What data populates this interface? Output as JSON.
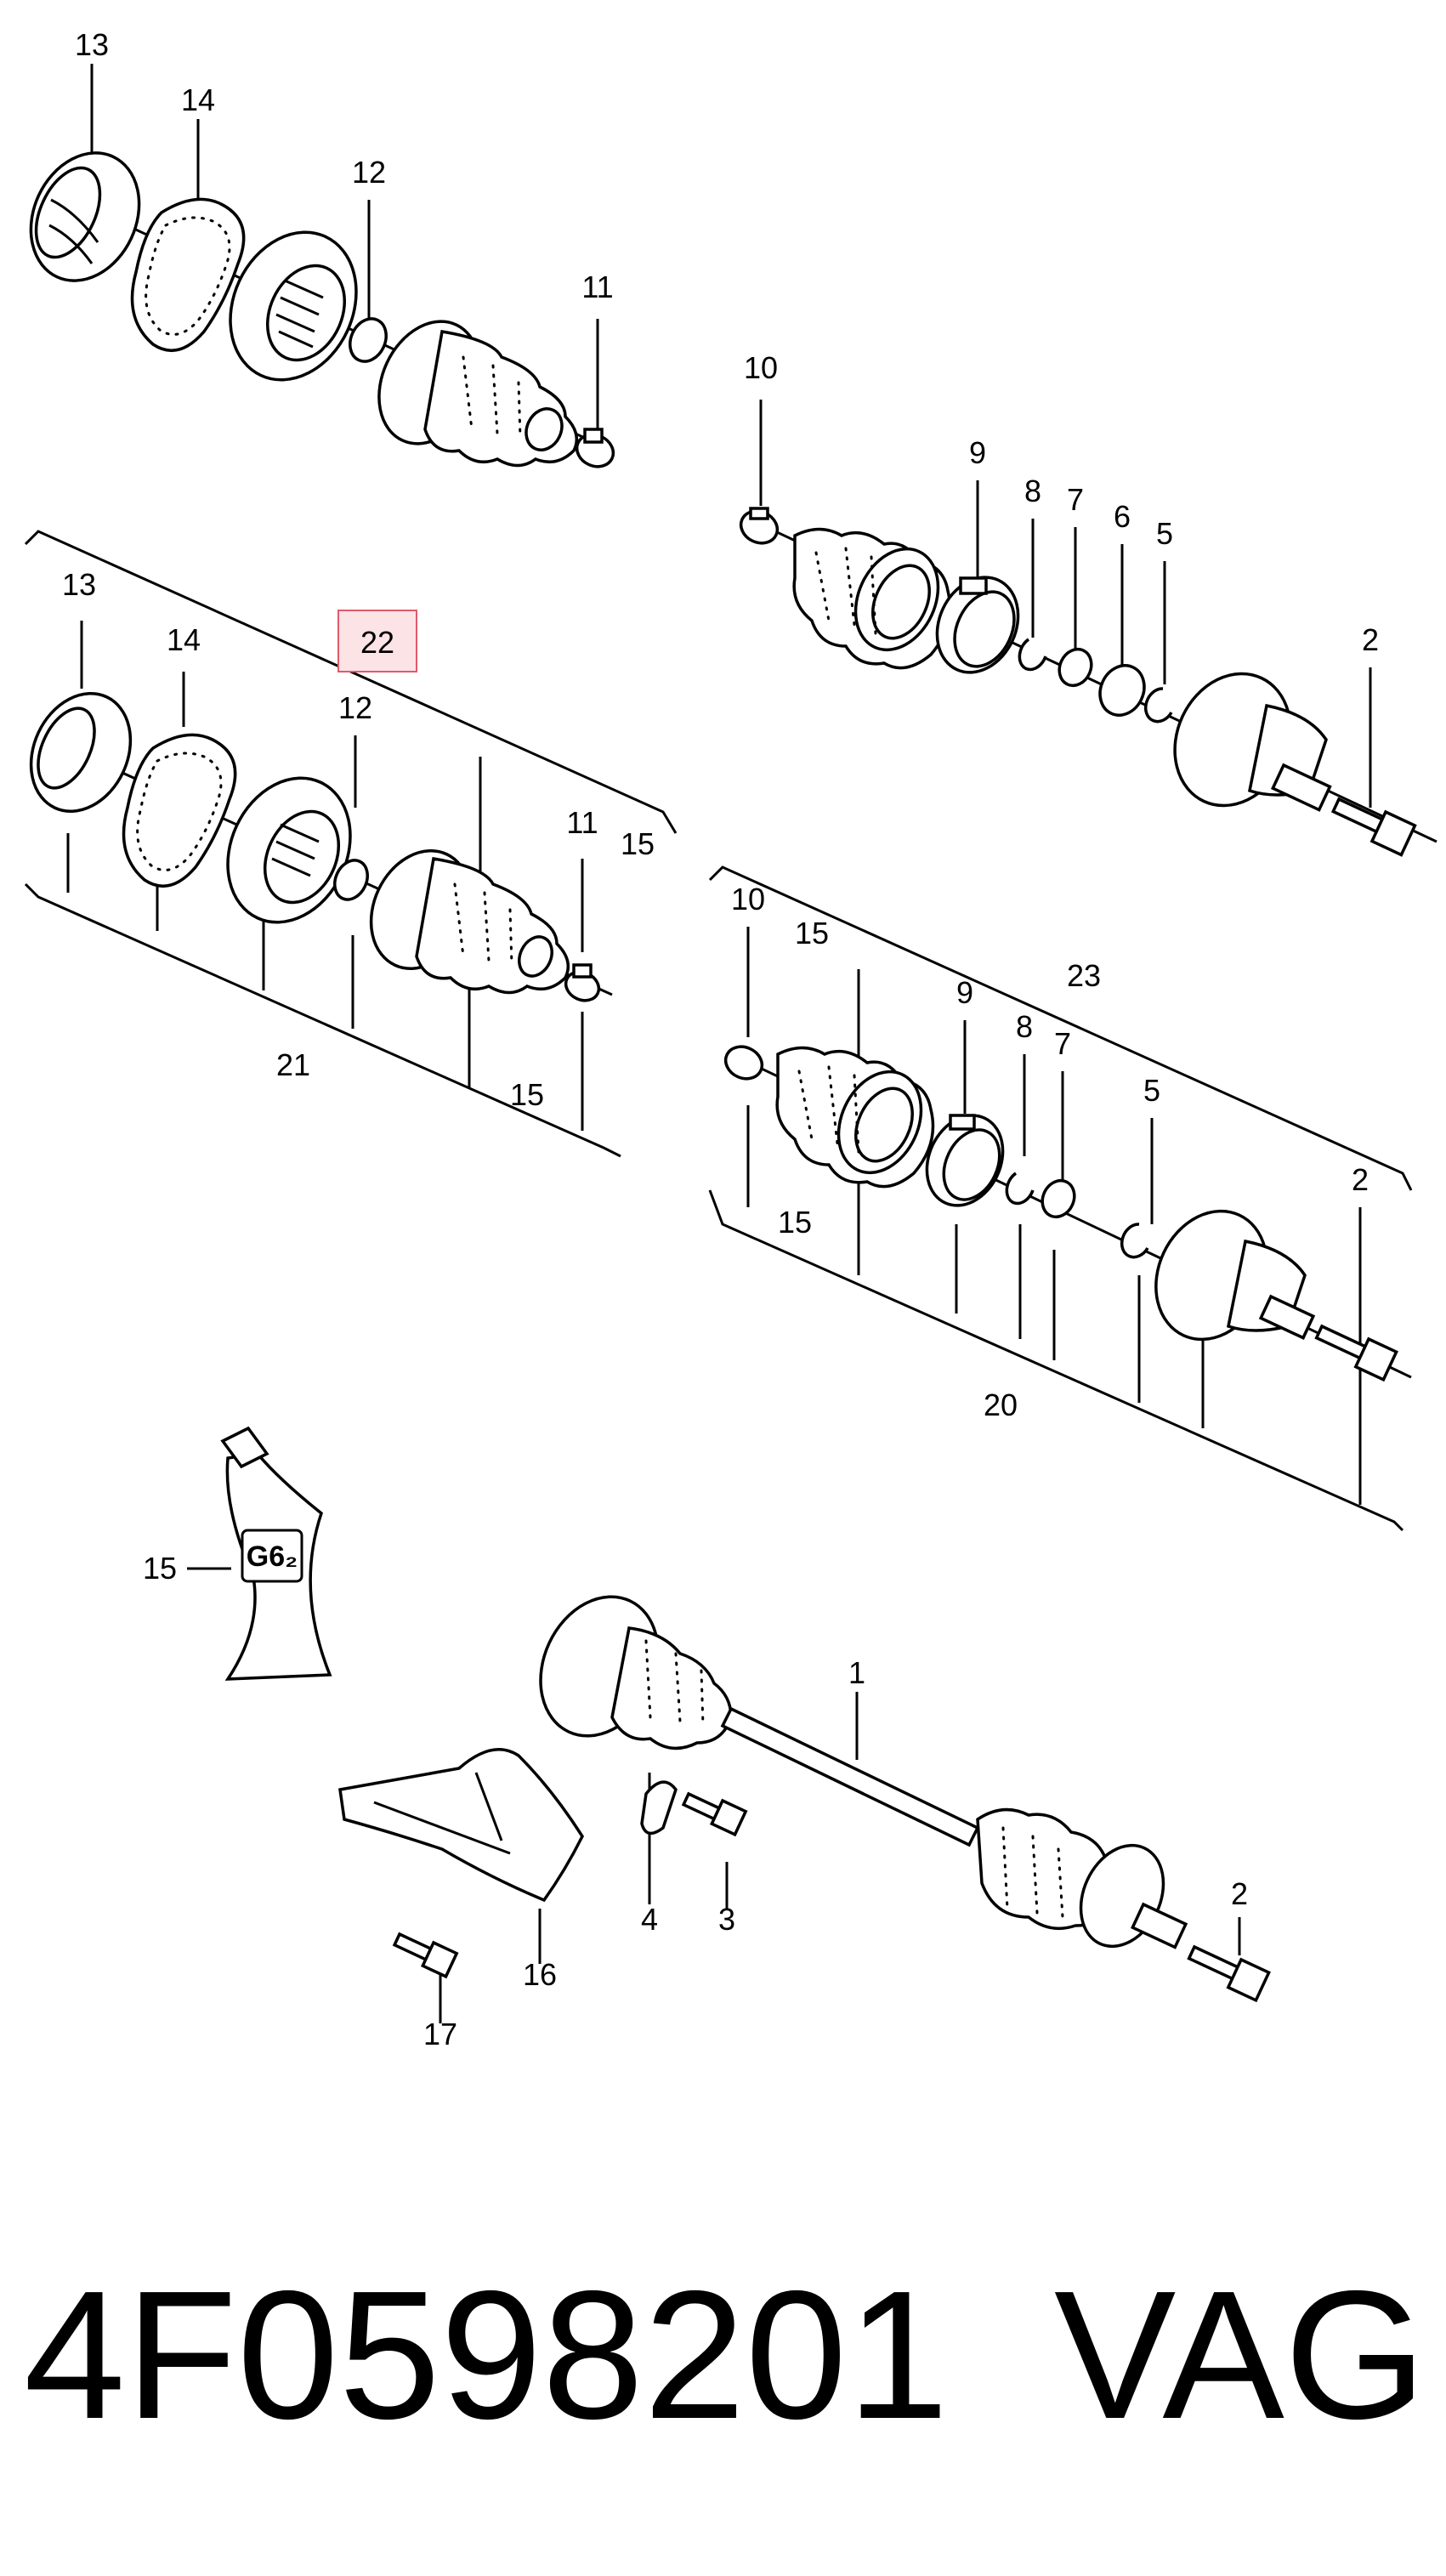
{
  "diagram": {
    "labels": [
      {
        "key": "t13",
        "text": "13"
      },
      {
        "key": "t14",
        "text": "14"
      },
      {
        "key": "t12",
        "text": "12"
      },
      {
        "key": "t11",
        "text": "11"
      },
      {
        "key": "t10",
        "text": "10"
      },
      {
        "key": "t9",
        "text": "9"
      },
      {
        "key": "t8",
        "text": "8"
      },
      {
        "key": "t7",
        "text": "7"
      },
      {
        "key": "t6",
        "text": "6"
      },
      {
        "key": "t5",
        "text": "5"
      },
      {
        "key": "t2",
        "text": "2"
      },
      {
        "key": "m13",
        "text": "13"
      },
      {
        "key": "m14",
        "text": "14"
      },
      {
        "key": "m22",
        "text": "22"
      },
      {
        "key": "m12",
        "text": "12"
      },
      {
        "key": "m11",
        "text": "11"
      },
      {
        "key": "m15a",
        "text": "15"
      },
      {
        "key": "m21",
        "text": "21"
      },
      {
        "key": "m15b",
        "text": "15"
      },
      {
        "key": "r10",
        "text": "10"
      },
      {
        "key": "r15a",
        "text": "15"
      },
      {
        "key": "r9",
        "text": "9"
      },
      {
        "key": "r8",
        "text": "8"
      },
      {
        "key": "r7",
        "text": "7"
      },
      {
        "key": "r23",
        "text": "23"
      },
      {
        "key": "r5",
        "text": "5"
      },
      {
        "key": "r2",
        "text": "2"
      },
      {
        "key": "r15b",
        "text": "15"
      },
      {
        "key": "r20",
        "text": "20"
      },
      {
        "key": "g15",
        "text": "15"
      },
      {
        "key": "g_tube",
        "text": "G6₂"
      },
      {
        "key": "b1",
        "text": "1"
      },
      {
        "key": "b4",
        "text": "4"
      },
      {
        "key": "b3",
        "text": "3"
      },
      {
        "key": "b2",
        "text": "2"
      },
      {
        "key": "b16",
        "text": "16"
      },
      {
        "key": "b17",
        "text": "17"
      }
    ],
    "highlight": {
      "label": "22",
      "color": "#e05a6a",
      "fill": "#fbe3e6"
    }
  },
  "footer": {
    "part_number": "4F0598201",
    "brand": "VAG"
  }
}
